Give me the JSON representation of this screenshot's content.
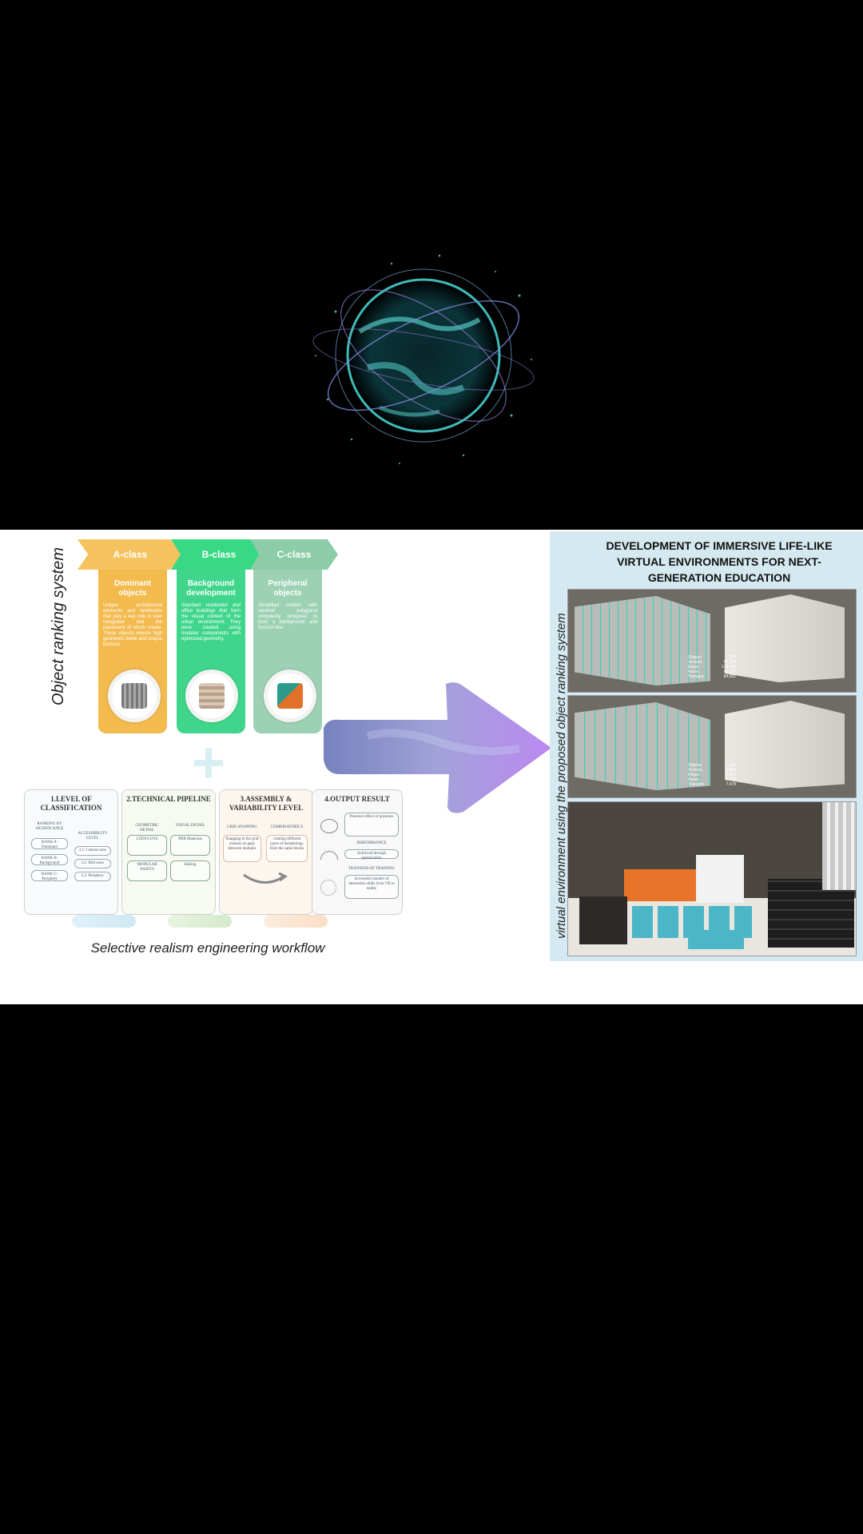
{
  "left_section": {
    "ranking_label": "Object ranking system",
    "classes": [
      {
        "head": "A-class",
        "title_line1": "Dominant",
        "title_line2": "objects",
        "text": "Unique architectural elements and landmarks that play a key role in user navigation and the placement of which create. These objects require high geometric detail and unique textures.",
        "color": "#f3ba4e",
        "head_color": "#f4c35d"
      },
      {
        "head": "B-class",
        "title_line1": "Background",
        "title_line2": "development",
        "text": "Standard residential and office buildings that form the visual context of the urban environment. They were created using modular components with optimized geometry.",
        "color": "#3fd68b",
        "head_color": "#38d884"
      },
      {
        "head": "C-class",
        "title_line1": "Peripheral",
        "title_line2": "objects",
        "text": "Simplified models with minimal polygonal complexity designed to form a background and horizon line.",
        "color": "#9cd1b4",
        "head_color": "#8ccca8"
      }
    ],
    "plus": "+",
    "workflow": {
      "label": "Selective realism engineering workflow",
      "steps": [
        {
          "title": "1.LEVEL OF CLASSIFICATION",
          "items": [
            "RANKING BY SIGNIFICANCE",
            "RANK A: Dominant",
            "RANK B: Background",
            "RANK C: Periphery",
            "ACCESSIBILITY LEVEL",
            "L1: Central zone",
            "L2: Mid-zone",
            "L3: Periphery"
          ]
        },
        {
          "title": "2.TECHNICAL PIPELINE",
          "items": [
            "GEOMETRIC DETAIL",
            "LODS/LOTS",
            "MODULAR ASSETS",
            "VISUAL DETAIL",
            "PBR Materials",
            "Baking"
          ]
        },
        {
          "title": "3.ASSEMBLY & VARIABILITY LEVEL",
          "items": [
            "GRID SNAPPING",
            "Snapping to the grid ensures no gaps between modules",
            "COMBINATORICS",
            "creating different types of morphology from the same blocks"
          ]
        },
        {
          "title": "4.OUTPUT RESULT",
          "items": [
            "Presence effect of presence",
            "PERFORMANCE",
            "Achieved through optimization",
            "TRANSFER OF TRAINING",
            "Successful transfer of interaction skills from VR to reality"
          ]
        }
      ]
    }
  },
  "right_section": {
    "title": "DEVELOPMENT OF IMMERSIVE LIFE-LIKE VIRTUAL ENVIRONMENTS FOR NEXT-GENERATION EDUCATION",
    "vertical_label": "virtual environment using the proposed object ranking system",
    "stats1": [
      "Objects",
      "Vertices",
      "Edges",
      "Faces",
      "Triangles"
    ],
    "stats1_values": [
      "264",
      "95,124",
      "126,738",
      "63,392",
      "84,682"
    ],
    "stats2": [
      "Objects",
      "Vertices",
      "Edges",
      "Faces",
      "Triangles"
    ],
    "stats2_values": [
      "194",
      "5,658",
      "9,412",
      "5,478",
      "7,478"
    ]
  },
  "colors": {
    "background": "#000000",
    "panel": "#ffffff",
    "right_panel": "#d4eaf0",
    "arrow": "#8a6ee0",
    "globe": "#4fd6d0"
  }
}
